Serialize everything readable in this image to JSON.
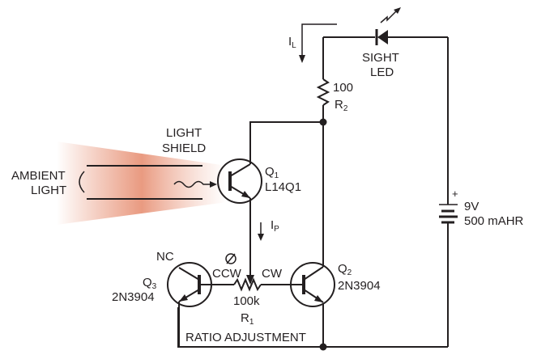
{
  "diagram": {
    "title": "Ambient light ratio sight LED circuit",
    "colors": {
      "line": "#231f20",
      "light_beam": "#e8957a"
    },
    "labels": {
      "ambient_light": [
        "AMBIENT",
        "LIGHT"
      ],
      "light_shield": [
        "LIGHT",
        "SHIELD"
      ],
      "current_load": {
        "main": "I",
        "sub": "L"
      },
      "current_photo": {
        "main": "I",
        "sub": "P"
      },
      "led": [
        "SIGHT",
        "LED"
      ],
      "ratio_adjustment": "RATIO ADJUSTMENT",
      "ccw": "CCW",
      "cw": "CW",
      "nc": "NC"
    },
    "components": {
      "q1": {
        "ref": "Q",
        "ref_sub": "1",
        "part": "L14Q1"
      },
      "q2": {
        "ref": "Q",
        "ref_sub": "2",
        "part": "2N3904"
      },
      "q3": {
        "ref": "Q",
        "ref_sub": "3",
        "part": "2N3904"
      },
      "r1": {
        "value": "100k",
        "ref": "R",
        "ref_sub": "1"
      },
      "r2": {
        "value": "100",
        "ref": "R",
        "ref_sub": "2"
      },
      "battery": {
        "voltage": "9V",
        "capacity": "500 mAHR",
        "polarity": "+"
      }
    }
  }
}
